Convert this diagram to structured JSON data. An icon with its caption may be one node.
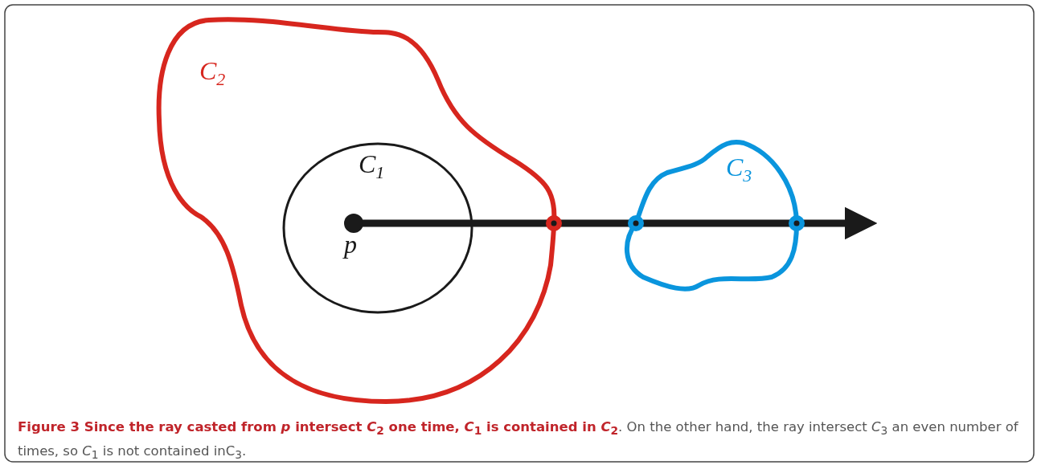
{
  "diagram": {
    "caption": "**Figure 3 Since the ray casted from *p* intersect *C*$_{2}$ one time, *C*$_{1}$ is contained in *C*$_{2}$**. On the other hand, the ray intersect *C*$_{3}$ an even number of times, so *C*$_{1}$ is not contained inC$_{3}$.",
    "labels": [
      "C$_{2}$",
      "C$_{1}$",
      "p",
      "C$_{3}$"
    ]
  }
}
